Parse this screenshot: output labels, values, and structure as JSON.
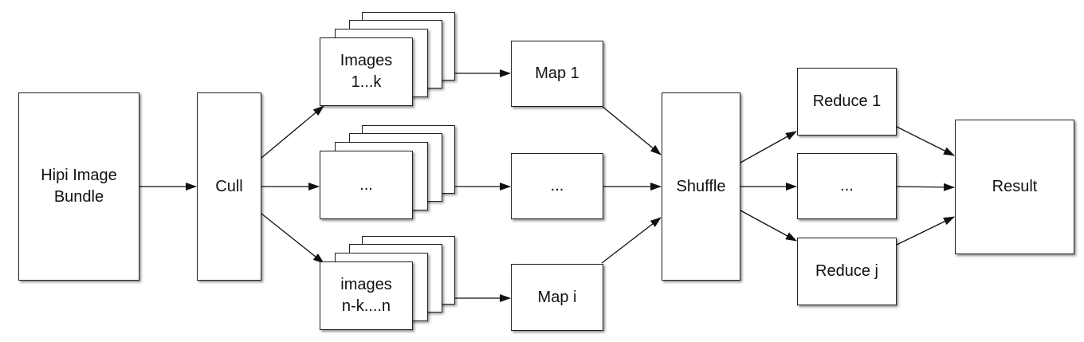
{
  "nodes": {
    "bundle": "Hipi Image\nBundle",
    "cull": "Cull",
    "group_top": "Images\n1...k",
    "group_mid": "...",
    "group_bottom": "images\nn-k....n",
    "map_top": "Map 1",
    "map_mid": "...",
    "map_bottom": "Map i",
    "shuffle": "Shuffle",
    "reduce_top": "Reduce 1",
    "reduce_mid": "...",
    "reduce_bottom": "Reduce j",
    "result": "Result"
  },
  "colors": {
    "line": "#111111",
    "border": "#222222",
    "fill": "#ffffff"
  }
}
